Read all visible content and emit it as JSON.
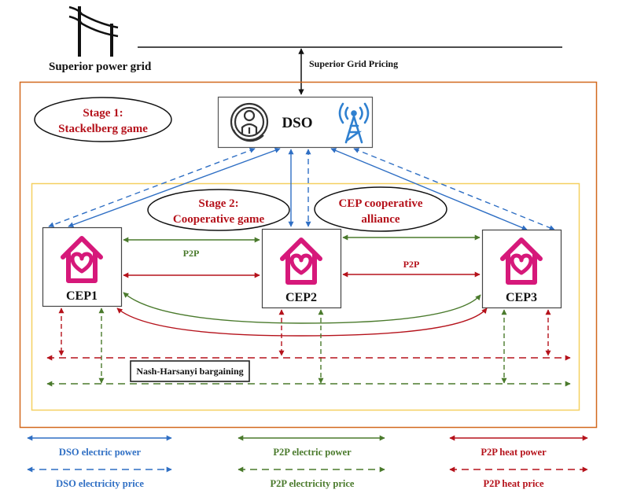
{
  "colors": {
    "blue": "#2f6fc4",
    "green": "#4a7a2c",
    "red": "#b5121b",
    "black": "#111111",
    "orange_frame": "#d2691e",
    "yellow_frame": "#f5d060",
    "pink_icon": "#d6187a"
  },
  "top": {
    "grid_label": "Superior power grid",
    "pricing_label": "Superior Grid Pricing",
    "grid_icon": "power-pole-icon"
  },
  "dso": {
    "label": "DSO",
    "left_icon": "operator-person-icon",
    "right_icon": "signal-tower-icon"
  },
  "stages": {
    "stage1_line1": "Stage 1:",
    "stage1_line2": "Stackelberg game",
    "stage2_line1": "Stage 2:",
    "stage2_line2": "Cooperative game",
    "alliance_line1": "CEP cooperative",
    "alliance_line2": "alliance"
  },
  "ceps": [
    {
      "label": "CEP1",
      "icon": "house-heart-icon"
    },
    {
      "label": "CEP2",
      "icon": "house-heart-icon"
    },
    {
      "label": "CEP3",
      "icon": "house-heart-icon"
    }
  ],
  "p2p_labels": {
    "green": "P2P",
    "red": "P2P"
  },
  "bargaining_label": "Nash-Harsanyi bargaining",
  "legend": [
    {
      "label": "DSO electric power",
      "color": "blue",
      "style": "solid"
    },
    {
      "label": "DSO electricity price",
      "color": "blue",
      "style": "dashed"
    },
    {
      "label": "P2P electric power",
      "color": "green",
      "style": "solid"
    },
    {
      "label": "P2P electricity price",
      "color": "green",
      "style": "dashed"
    },
    {
      "label": "P2P heat power",
      "color": "red",
      "style": "solid"
    },
    {
      "label": "P2P heat price",
      "color": "red",
      "style": "dashed"
    }
  ]
}
